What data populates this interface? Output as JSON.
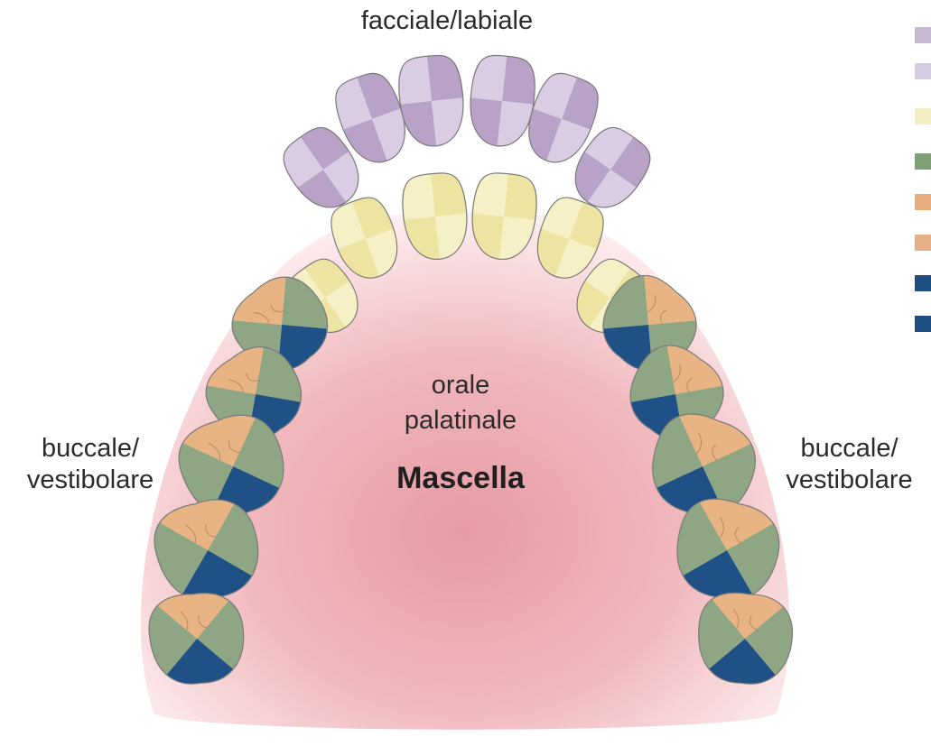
{
  "labels": {
    "top": "facciale/labiale",
    "center_line1": "orale",
    "center_line2": "palatinale",
    "title": "Mascella",
    "left_line1": "buccale/",
    "left_line2": "vestibolare",
    "right_line1": "buccale/",
    "right_line2": "vestibolare"
  },
  "colors": {
    "palate": "#e8a1a8",
    "palate_light": "#fbe4e6",
    "incisor_dark": "#b8a2c8",
    "incisor_light": "#d9cce3",
    "canine_dark": "#eee4a2",
    "canine_light": "#f6f0c6",
    "molar_green": "#8ea683",
    "molar_orange": "#e9b483",
    "molar_blue": "#1f5187",
    "outline": "#7a7a7a"
  },
  "legend_colors": [
    "#c7b9d4",
    "#d7cde0",
    "#f3eec2",
    "#7f9f75",
    "#e8ad7d",
    "#e5b088",
    "#1f4f82",
    "#1f4f82"
  ]
}
